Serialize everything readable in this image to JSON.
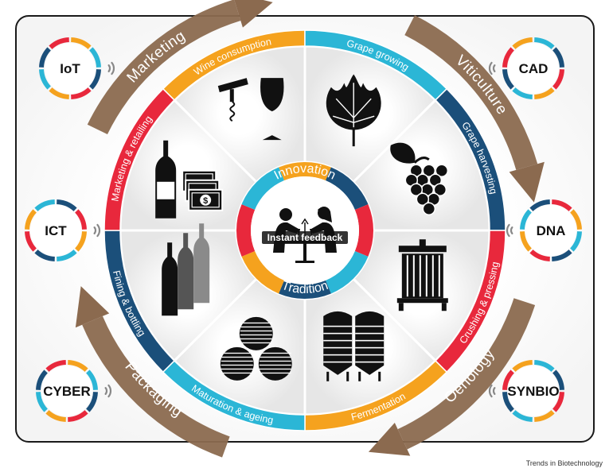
{
  "colors": {
    "orange": "#f5a21e",
    "cyan": "#2bb6d6",
    "navy": "#1b4f7a",
    "red": "#e8283c",
    "brown": "#8b6a4f",
    "frame": "#1a1a1a"
  },
  "stages": [
    {
      "label": "Wine consumption",
      "color": "#f5a21e",
      "icon": "corkscrew-glass-icon"
    },
    {
      "label": "Grape growing",
      "color": "#2bb6d6",
      "icon": "grape-leaf-icon"
    },
    {
      "label": "Grape harvesting",
      "color": "#1b4f7a",
      "icon": "grape-bunch-icon"
    },
    {
      "label": "Crushing & pressing",
      "color": "#e8283c",
      "icon": "wine-press-icon"
    },
    {
      "label": "Fermentation",
      "color": "#f5a21e",
      "icon": "fermentation-tank-icon"
    },
    {
      "label": "Maturation & ageing",
      "color": "#2bb6d6",
      "icon": "barrels-icon"
    },
    {
      "label": "Fining & bottling",
      "color": "#1b4f7a",
      "icon": "bottles-icon"
    },
    {
      "label": "Marketing & retailing",
      "color": "#e8283c",
      "icon": "bottle-money-icon"
    }
  ],
  "outer_arrows": [
    {
      "label": "Marketing"
    },
    {
      "label": "Viticulture"
    },
    {
      "label": "Oenology"
    },
    {
      "label": "Packaging"
    }
  ],
  "technologies": [
    {
      "label": "IoT"
    },
    {
      "label": "CAD"
    },
    {
      "label": "ICT"
    },
    {
      "label": "DNA"
    },
    {
      "label": "CYBER"
    },
    {
      "label": "SYNBIO"
    }
  ],
  "center": {
    "top_word": "Innovation",
    "bottom_word": "Tradition",
    "feedback": "Instant feedback",
    "icon": "dining-couple-icon"
  },
  "credit": "Trends in Biotechnology"
}
